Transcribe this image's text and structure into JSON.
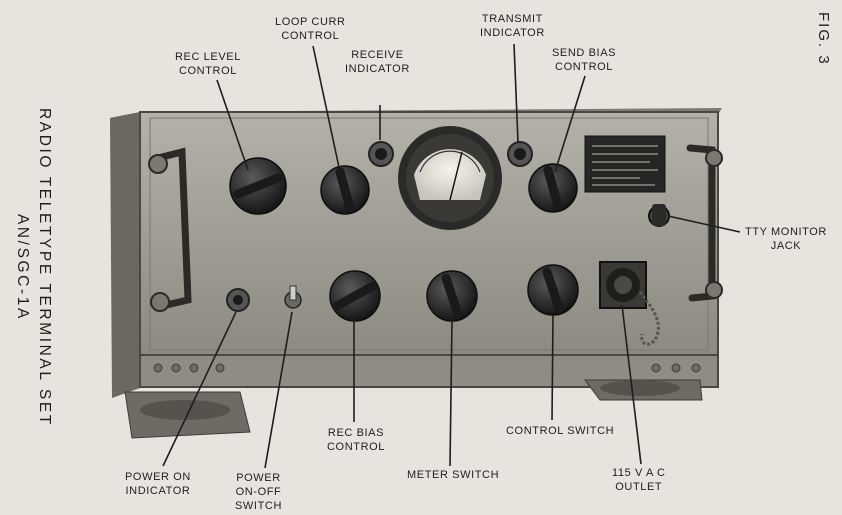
{
  "figure_number": "FIG. 3",
  "side_title": {
    "line1": "RADIO TELETYPE TERMINAL SET",
    "line2": "AN/SGC-1A"
  },
  "callouts": {
    "rec_level_control": [
      "REC LEVEL",
      "CONTROL"
    ],
    "loop_curr_control": [
      "LOOP CURR",
      "CONTROL"
    ],
    "receive_indicator": [
      "RECEIVE",
      "INDICATOR"
    ],
    "transmit_indicator": [
      "TRANSMIT",
      "INDICATOR"
    ],
    "send_bias_control": [
      "SEND BIAS",
      "CONTROL"
    ],
    "tty_monitor_jack": [
      "TTY MONITOR",
      "JACK"
    ],
    "power_on_indicator": [
      "POWER ON",
      "INDICATOR"
    ],
    "power_on_off_switch": [
      "POWER",
      "ON-OFF",
      "SWITCH"
    ],
    "rec_bias_control": [
      "REC BIAS",
      "CONTROL"
    ],
    "meter_switch": [
      "METER SWITCH"
    ],
    "control_switch": [
      "CONTROL SWITCH"
    ],
    "ac_outlet": [
      "115 V A C",
      "OUTLET"
    ]
  },
  "colors": {
    "paper": "#e6e4dc",
    "panel": "#9c9a90",
    "panel_dark": "#5a5852",
    "knob": "#1a1a1a",
    "ink": "#1e1e1e"
  }
}
